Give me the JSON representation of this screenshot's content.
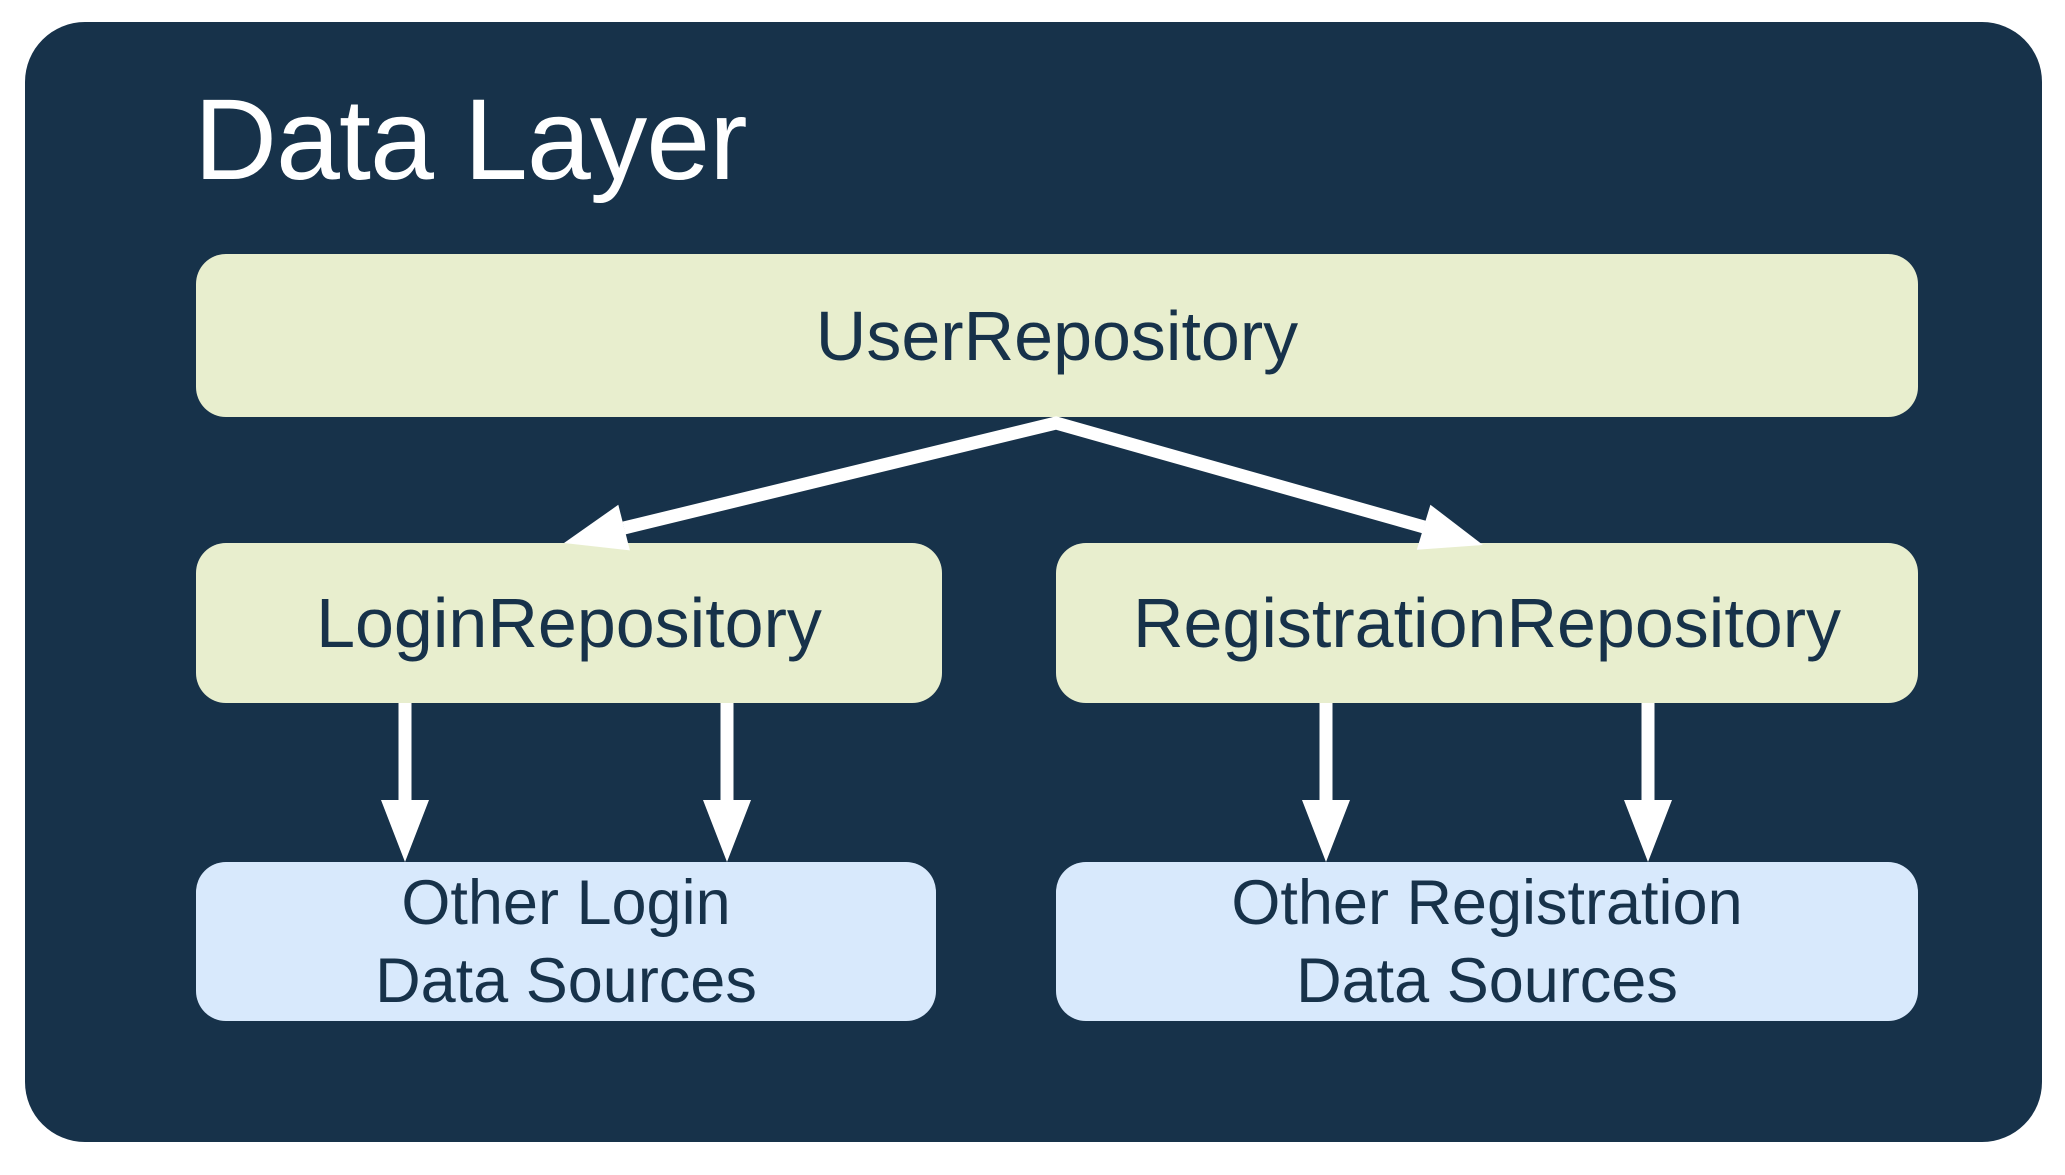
{
  "diagram": {
    "title": "Data Layer",
    "nodes": {
      "user_repository": {
        "label": "UserRepository",
        "type": "repository"
      },
      "login_repository": {
        "label": "LoginRepository",
        "type": "repository"
      },
      "registration_repository": {
        "label": "RegistrationRepository",
        "type": "repository"
      },
      "other_login_data_sources": {
        "line1": "Other Login",
        "line2": "Data Sources",
        "type": "data-source"
      },
      "other_registration_data_sources": {
        "line1": "Other Registration",
        "line2": "Data Sources",
        "type": "data-source"
      }
    },
    "edges": [
      {
        "from": "UserRepository",
        "to": "LoginRepository",
        "arrows": 1
      },
      {
        "from": "UserRepository",
        "to": "RegistrationRepository",
        "arrows": 1
      },
      {
        "from": "LoginRepository",
        "to": "Other Login Data Sources",
        "arrows": 2
      },
      {
        "from": "RegistrationRepository",
        "to": "Other Registration Data Sources",
        "arrows": 2
      }
    ],
    "colors": {
      "page_bg": "#FFFFFF",
      "container_bg": "#17324A",
      "repository_node_bg": "#E8EECE",
      "data_source_node_bg": "#D8E9FC",
      "node_text": "#17324A",
      "title_text": "#FFFFFF",
      "arrow": "#FFFFFF"
    }
  }
}
